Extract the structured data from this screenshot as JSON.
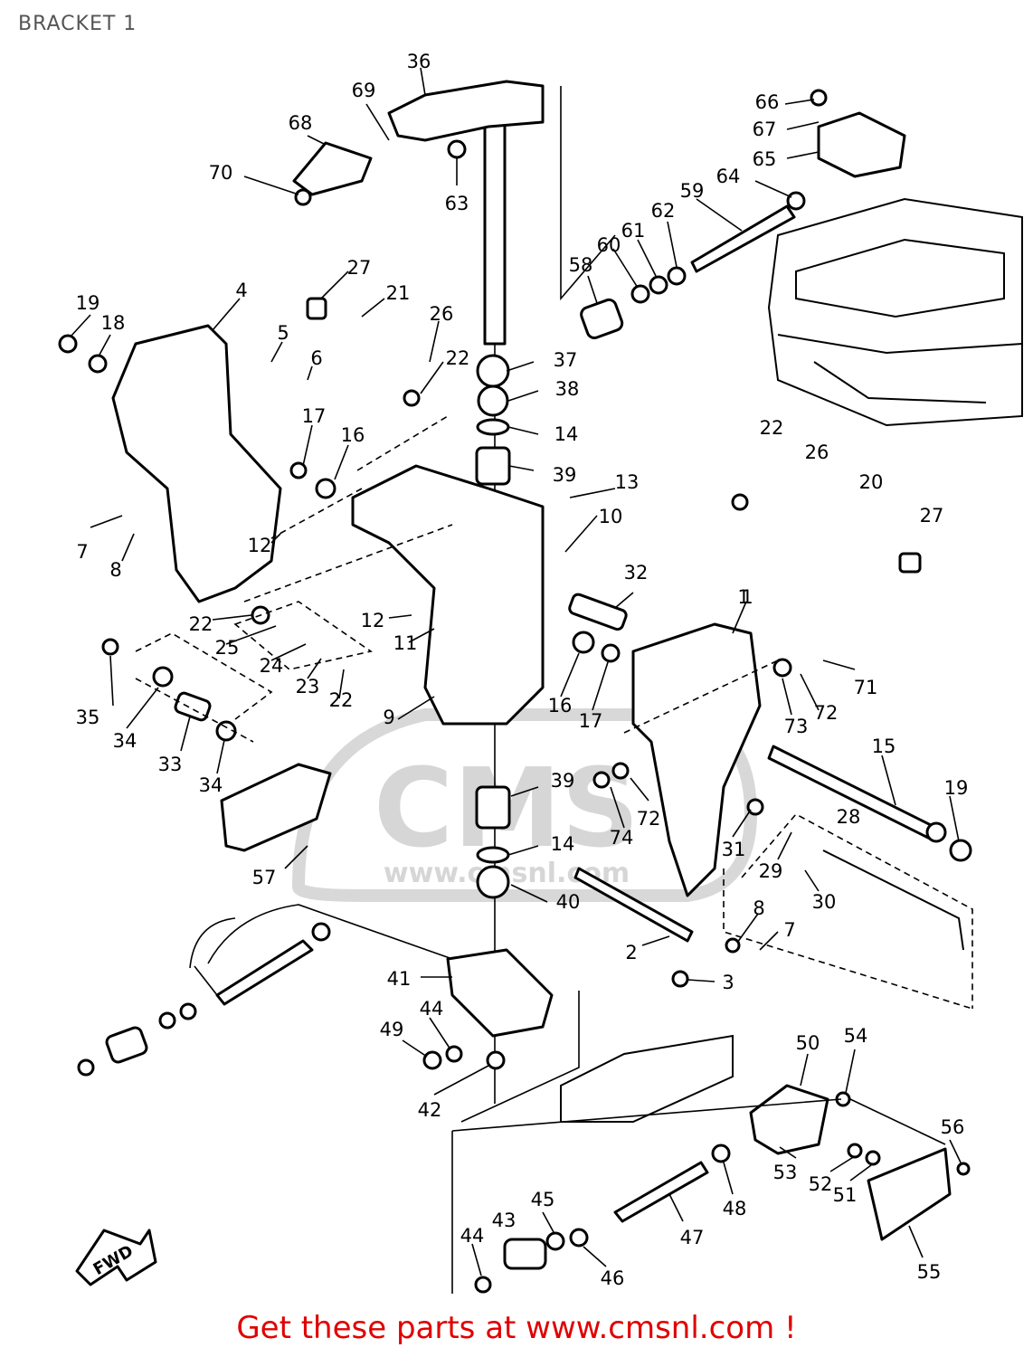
{
  "page": {
    "title": "BRACKET 1",
    "footer_link": "Get these parts at www.cmsnl.com !"
  },
  "diagram": {
    "watermark": "CMS",
    "watermark_url": "www.cmsnl.com",
    "fwd_label": "FWD",
    "callouts": [
      "36",
      "69",
      "68",
      "70",
      "63",
      "66",
      "67",
      "65",
      "64",
      "59",
      "62",
      "61",
      "60",
      "58",
      "27",
      "21",
      "26",
      "22",
      "37",
      "38",
      "14",
      "39",
      "13",
      "10",
      "4",
      "19",
      "18",
      "5",
      "6",
      "17",
      "16",
      "7",
      "8",
      "1",
      "12",
      "22",
      "25",
      "24",
      "23",
      "22",
      "12",
      "11",
      "9",
      "16",
      "17",
      "32",
      "1",
      "73",
      "72",
      "71",
      "15",
      "19",
      "35",
      "34",
      "33",
      "34",
      "57",
      "39",
      "14",
      "40",
      "74",
      "72",
      "31",
      "29",
      "28",
      "30",
      "8",
      "7",
      "2",
      "3",
      "41",
      "44",
      "49",
      "42",
      "50",
      "54",
      "56",
      "53",
      "52",
      "51",
      "48",
      "47",
      "45",
      "46",
      "43",
      "44",
      "55",
      "22",
      "26",
      "20",
      "27"
    ]
  }
}
